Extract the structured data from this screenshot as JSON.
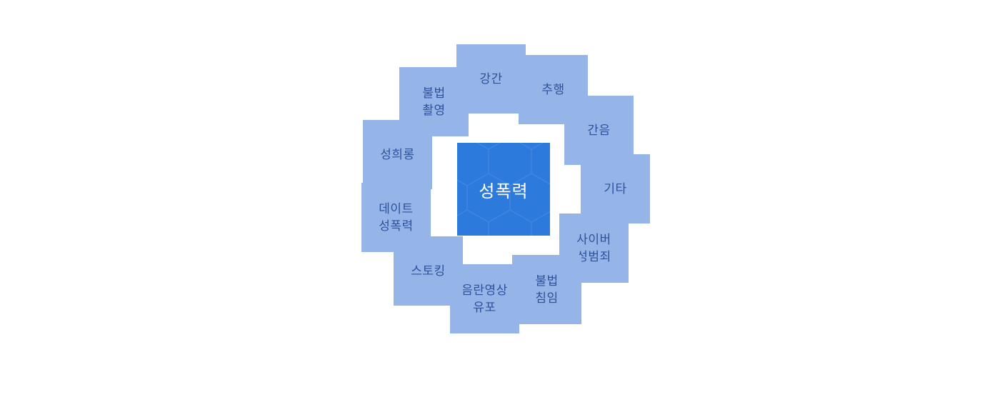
{
  "diagram": {
    "center": {
      "label": "성폭력"
    },
    "ring_items": [
      {
        "label": "강간"
      },
      {
        "label": "추행"
      },
      {
        "label": "간음"
      },
      {
        "label": "기타"
      },
      {
        "label": "사이버\n성범죄"
      },
      {
        "label": "불법\n침임"
      },
      {
        "label": "음란영상\n유포"
      },
      {
        "label": "스토킹"
      },
      {
        "label": "데이트\n성폭력"
      },
      {
        "label": "성희롱"
      },
      {
        "label": "불법\n촬영"
      }
    ],
    "colors": {
      "background": "#ffffff",
      "ring_fill": "#95b4e8",
      "ring_text": "#2d529c",
      "center_fill": "#2c7adc",
      "center_text": "#ffffff",
      "pattern_line": "#5d95e2"
    }
  }
}
